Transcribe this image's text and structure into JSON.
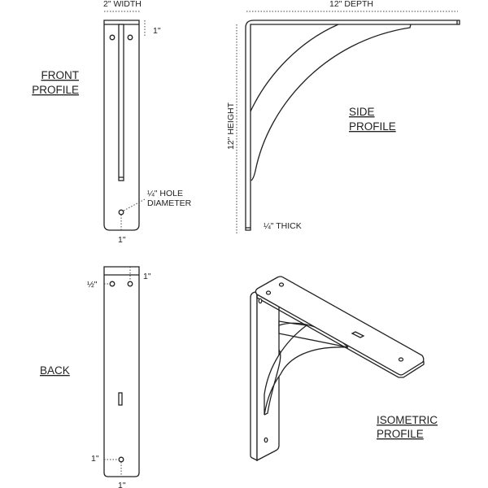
{
  "front_profile": {
    "title_line1": "FRONT",
    "title_line2": "PROFILE",
    "width_label": "2\" WIDTH",
    "top_offset_label": "1\"",
    "hole_label_line1": "¼\" HOLE",
    "hole_label_line2": "DIAMETER",
    "bottom_label": "1\""
  },
  "side_profile": {
    "title_line1": "SIDE",
    "title_line2": "PROFILE",
    "depth_label": "12\" DEPTH",
    "height_label": "12\" HEIGHT",
    "thickness_label": "¼\" THICK"
  },
  "back": {
    "title": "BACK",
    "half_label": "½\"",
    "top_label": "1\"",
    "bottom_hole_label": "1\"",
    "bottom_label": "1\""
  },
  "isometric_profile": {
    "title_line1": "ISOMETRIC",
    "title_line2": "PROFILE"
  },
  "colors": {
    "line": "#222222",
    "background": "#ffffff"
  }
}
